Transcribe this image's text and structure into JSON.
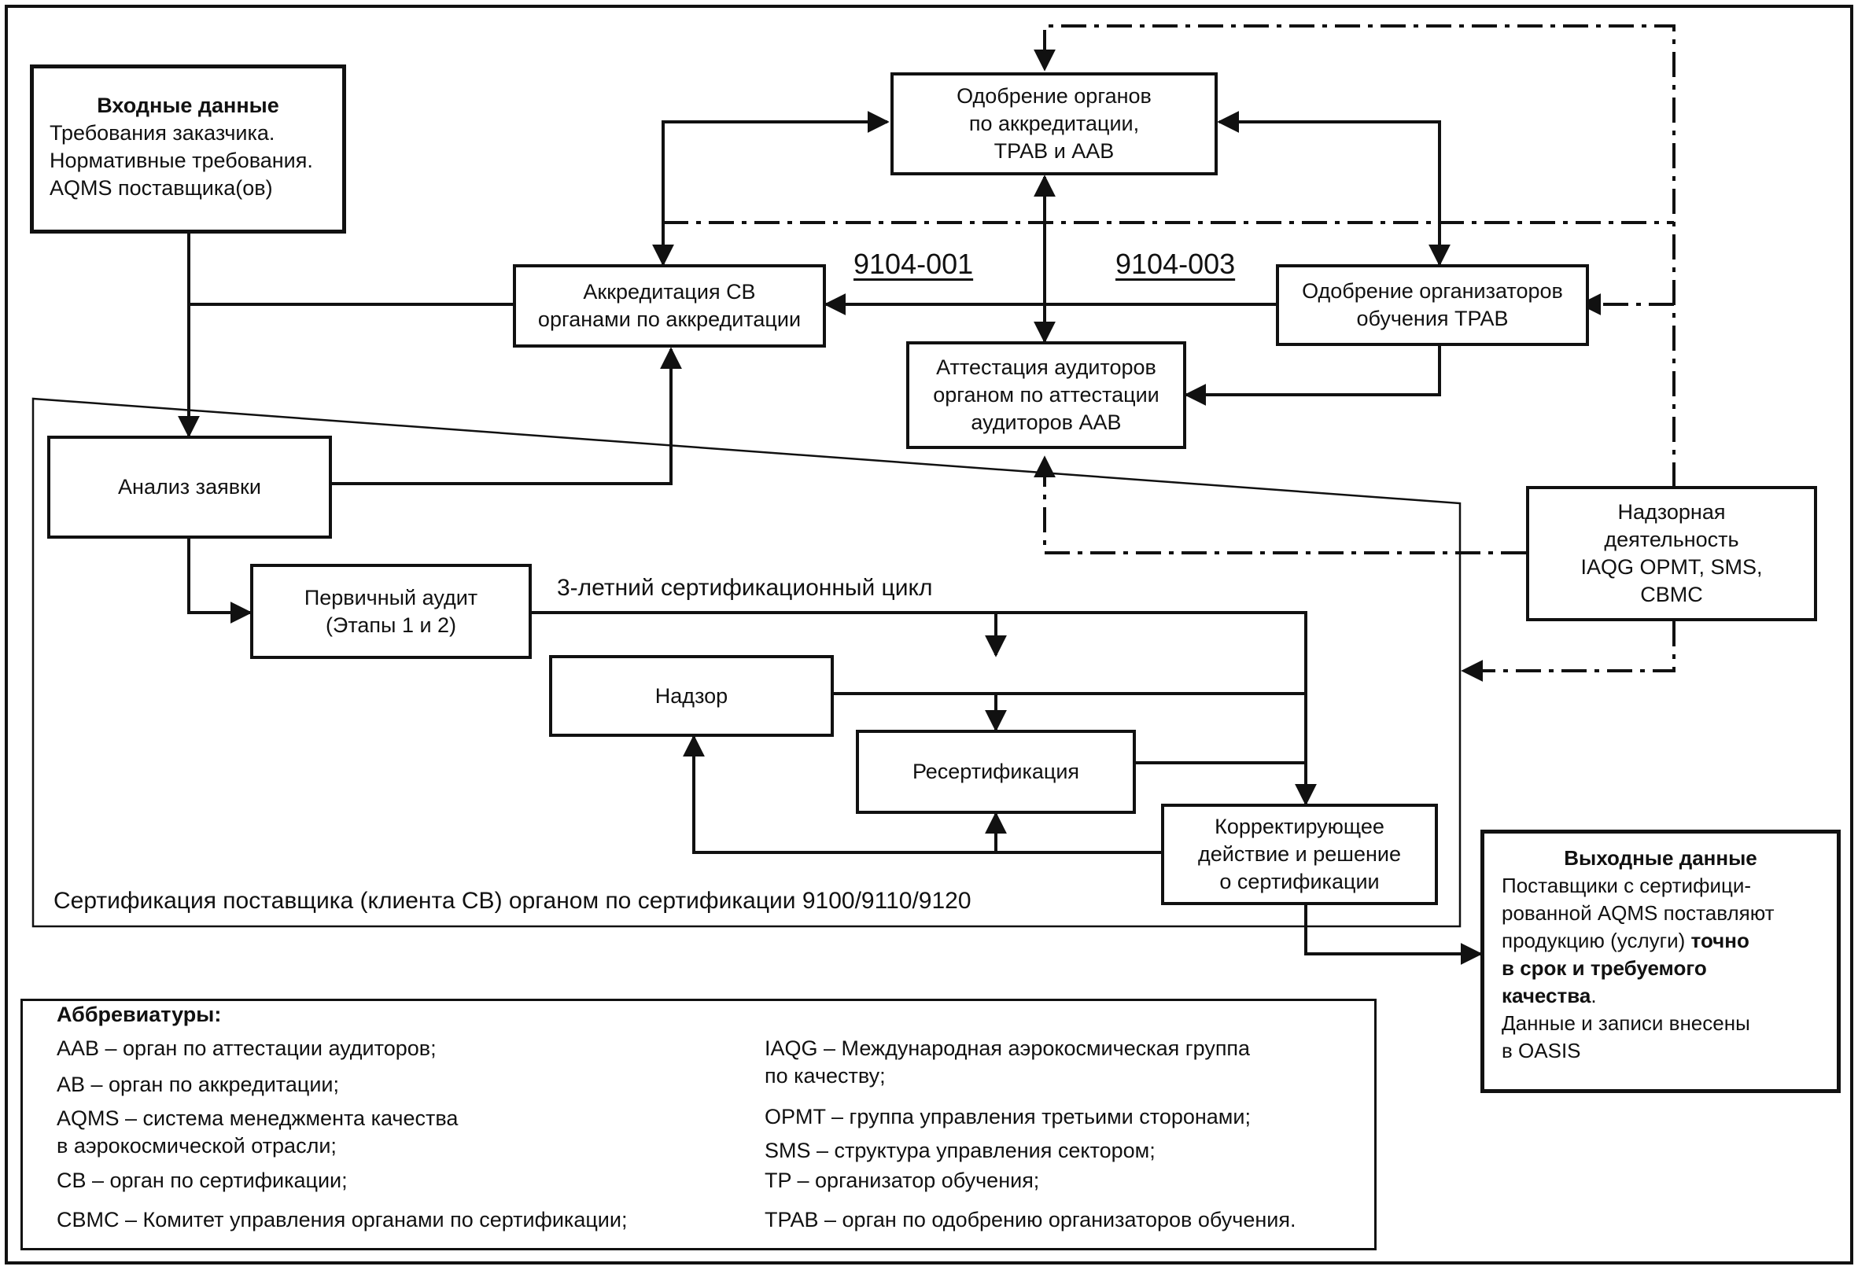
{
  "input_box": {
    "title": "Входные данные",
    "line1": "Требования заказчика.",
    "line2": "Нормативные требования.",
    "line3": "AQMS поставщика(ов)"
  },
  "approval_box": {
    "line1": "Одобрение органов",
    "line2": "по аккредитации,",
    "line3": "TPAB и AAB"
  },
  "accreditation_box": {
    "line1": "Аккредитация СВ",
    "line2": "органами по аккредитации"
  },
  "tp_approval_box": {
    "line1": "Одобрение организаторов",
    "line2": "обучения TPAB"
  },
  "auditor_box": {
    "line1": "Аттестация аудиторов",
    "line2": "органом по аттестации",
    "line3": "аудиторов AAB"
  },
  "application_box": {
    "label": "Анализ заявки"
  },
  "initial_audit_box": {
    "line1": "Первичный аудит",
    "line2": "(Этапы 1 и 2)"
  },
  "surveillance_box": {
    "label": "Надзор"
  },
  "recert_box": {
    "label": "Ресертификация"
  },
  "corrective_box": {
    "line1": "Корректирующее",
    "line2": "действие и решение",
    "line3": "о сертификации"
  },
  "oversight_box": {
    "line1": "Надзорная",
    "line2": "деятельность",
    "line3": "IAQG OPMT, SMS,",
    "line4": "CBMC"
  },
  "output_box": {
    "title": "Выходные данные",
    "line1": "Поставщики с сертифици-",
    "line2": "рованной AQMS поставляют",
    "line3_normal": "продукцию (услуги) ",
    "line3_bold": "точно",
    "line4_bold": "в срок и требуемого",
    "line5_bold": "качества",
    "line5_end": ".",
    "line6": "Данные и записи внесены",
    "line7": "в OASIS"
  },
  "labels": {
    "code1": "9104-001",
    "code2": "9104-003",
    "cycle": "3-летний сертификационный цикл",
    "region": "Сертификация поставщика (клиента СВ) органом по сертификации 9100/9110/9120"
  },
  "abbreviations": {
    "title": "Аббревиатуры:",
    "left": [
      "AAB – орган по аттестации аудиторов;",
      "AB – орган по аккредитации;",
      "AQMS  – система менеджмента качества",
      "в аэрокосмической отрасли;",
      "CB – орган по сертификации;",
      "CBMC  – Комитет управления органами по сертификации;"
    ],
    "right": [
      "IAQG – Международная аэрокосмическая группа",
      "по качеству;",
      "OPMT – группа управления третьими сторонами;",
      "SMS  – структура управления сектором;",
      "TP  – организатор обучения;",
      "TPAB  – орган по одобрению организаторов обучения."
    ]
  },
  "colors": {
    "ink": "#111111",
    "background": "#ffffff"
  }
}
